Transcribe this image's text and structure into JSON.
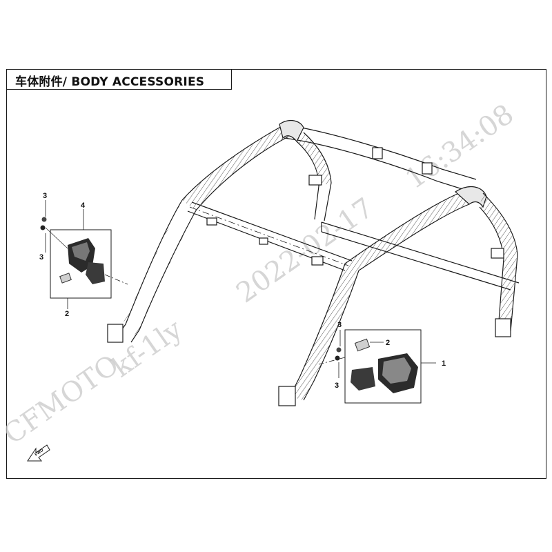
{
  "title": "车体附件/ BODY ACCESSORIES",
  "watermark": {
    "brand": "CFMOTO",
    "user": "kf-1ly",
    "date": "2022-02-17",
    "time": "16:34:08"
  },
  "callouts": {
    "left_top_3": "3",
    "left_bottom_3": "3",
    "left_4": "4",
    "left_2": "2",
    "right_top_3": "3",
    "right_bottom_3": "3",
    "right_2": "2",
    "right_1": "1"
  },
  "fwd_label": "FWD",
  "colors": {
    "line": "#1a1a1a",
    "watermark": "#c9c9c9",
    "part_fill": "#2b2b2b"
  }
}
